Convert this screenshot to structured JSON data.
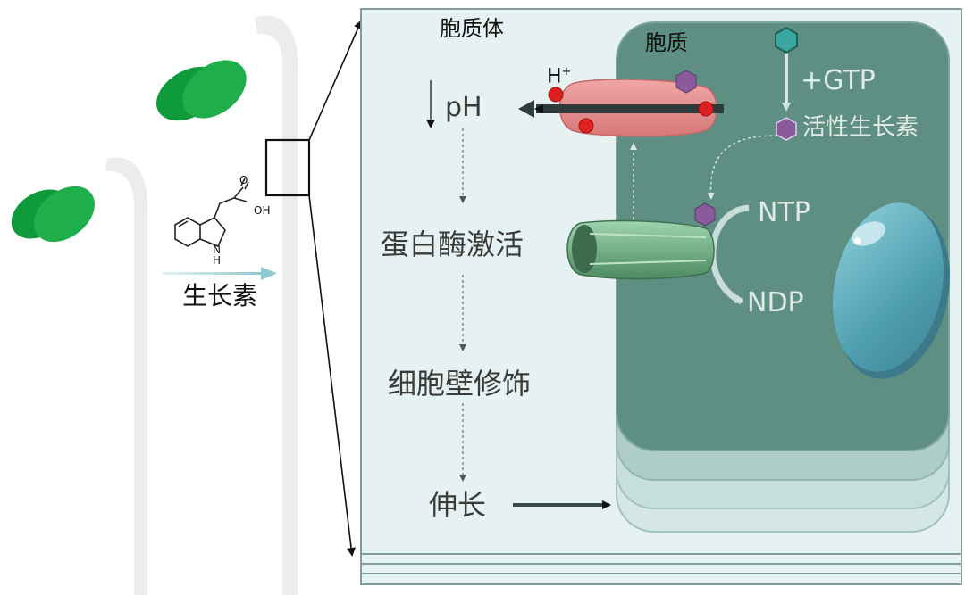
{
  "labels": {
    "apoplast": "胞质体",
    "cytoplasm": "胞质",
    "proton": "H",
    "proton_charge": "+",
    "ph": "pH",
    "gtp": "+GTP",
    "active_auxin": "活性生长素",
    "ntp": "NTP",
    "ndp": "NDP",
    "protein_activation": "蛋白酶激活",
    "cell_wall_modification": "细胞壁修饰",
    "elongation": "伸长",
    "auxin": "生长素",
    "molecule_oh": "OH",
    "molecule_o": "O",
    "molecule_n": "N",
    "molecule_h": "H"
  },
  "colors": {
    "cell_dark": "#5f8f82",
    "cell_light": "#e6f1f1",
    "leaf": "#19a84a",
    "seedling": "#ececec",
    "pump": "#e58a8a",
    "channel": "#5f9a74",
    "vacuole": "#5aa5b5",
    "auxin_active": "#8a5a9c",
    "auxin_inactive": "#3aa6a0"
  }
}
